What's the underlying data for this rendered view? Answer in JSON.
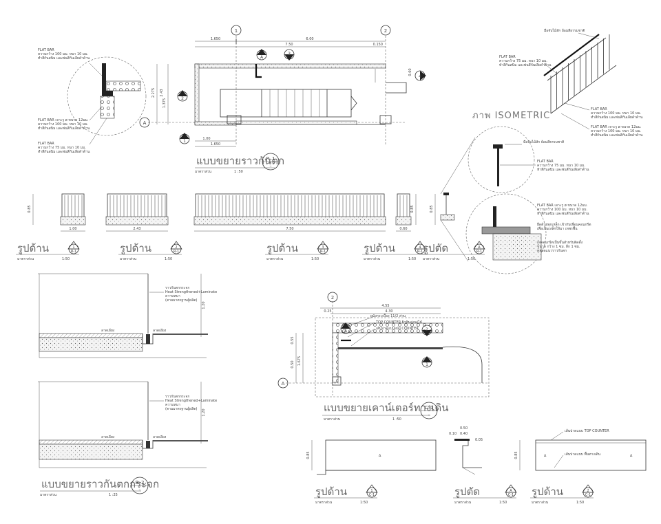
{
  "plan_r1": {
    "title": "แบบขยายราวกันตก",
    "tag": "R–1",
    "tag_sub": "–",
    "scale_label": "มาตราส่วน",
    "scale": "1 :50",
    "grid": [
      "1",
      "2"
    ],
    "grid_row": "A",
    "dims": [
      "1.650",
      "6.00",
      "7.50",
      "0.150",
      "1.00",
      "1.650",
      "2.275",
      "1.375",
      "2.43",
      "0.60"
    ],
    "markers": [
      "1",
      "2",
      "3",
      "4",
      "A"
    ]
  },
  "detail_notes": {
    "flatbar_1": [
      "FLAT BAR",
      "ความกว้าง 100 มม. หนา 10 มม.",
      "ทำสีกันสนิม และพ่นสีกันเลียดำด้าน"
    ],
    "flatbar_2": [
      "FLAT BAR เจาะรู ø ขนาด 12มม.",
      "ความกว้าง 100 มม. หนา 10 มม.",
      "ทำสีกันสนิม และพ่นสีกันเลียดำด้าน"
    ],
    "flatbar_3": [
      "FLAT BAR",
      "ความกว้าง 75 มม. หนา 10 มม.",
      "ทำสีกันสนิม และพ่นสีกันเลียดำด้าน"
    ]
  },
  "isometric": {
    "title": "ภาพ ISOMETRIC",
    "top_note": "มือจับไม้สัก ย้อมสีธรรมชาติ",
    "note_1": [
      "FLAT BAR",
      "ความกว้าง 75 มม. หนา 10 มม.",
      "ทำสีกันสนิม และพ่นสีกันเลียดำด้าน"
    ],
    "note_2": [
      "FLAT BAR",
      "ความกว้าง 100 มม. หนา 10 มม.",
      "ทำสีกันสนิม และพ่นสีกันเลียดำด้าน"
    ],
    "note_3": [
      "FLAT BAR เจาะรู ø ขนาด 12มม.",
      "ความกว้าง 100 มม. หนา 10 มม.",
      "ทำสีกันสนิม และพ่นสีกันเลียดำด้าน"
    ]
  },
  "section_detail": {
    "handrail": "มือจับไม้สัก ย้อมสีธรรมชาติ",
    "flatbar": [
      "FLAT BAR",
      "ความกว้าง 75 มม. หนา 10 มม.",
      "ทำสีกันสนิม และพ่นสีกันเลียดำด้าน"
    ],
    "flatbar_hole": [
      "FLAT BAR เจาะรู ø ขนาด 12มม.",
      "ความกว้าง 100 มม. หนา 10 มม.",
      "ทำสีกันสนิม และพ่นสีกันเลียดำด้าน"
    ],
    "bolt": [
      "ยึดด้วยพุกเหล็ก เข้ากับเพื่อนคอนกรีต",
      "เพื่อเป็นเหล็กให้มา เทพรพื้น"
    ],
    "concrete": [
      "เทคอนกรีตเป็นขั้นสำหรับติดตั้ง",
      "ขนาด กว้าง 1 ซม. ลึก 1 ซม.",
      "ตลอดแนวราวกันตก"
    ]
  },
  "elevations": [
    {
      "label": "รูปด้าน",
      "num": "1",
      "sub": "R-1",
      "scale_label": "มาตราส่วน",
      "scale": "1:50",
      "width": "1.00",
      "height": "0.85"
    },
    {
      "label": "รูปด้าน",
      "num": "2",
      "sub": "R-1",
      "scale_label": "มาตราส่วน",
      "scale": "1:50",
      "width": "2.43"
    },
    {
      "label": "รูปด้าน",
      "num": "3",
      "sub": "R-1",
      "scale_label": "มาตราส่วน",
      "scale": "1:50",
      "width": "7.50"
    },
    {
      "label": "รูปด้าน",
      "num": "4",
      "sub": "R-1",
      "scale_label": "มาตราส่วน",
      "scale": "1:50",
      "width": "0.60",
      "height": "0.85"
    },
    {
      "label": "รูปตัด",
      "num": "A",
      "sub": "R-1",
      "scale_label": "มาตราส่วน",
      "scale": "1:50",
      "height": "0.85"
    }
  ],
  "glass_rail": {
    "note": [
      "ราวกันตกกระจก",
      "Heat Strengthened+Laminate",
      "ความหนา",
      "(ตามมาตรฐานผู้ผลิต)"
    ],
    "floor_label": "ลาดเอียง",
    "cap_label": "ลาดเอียง",
    "height": "1.20",
    "title": "แบบขยายราวกันตกกระจก",
    "tag": "R–2",
    "tag_sub": "–",
    "scale_label": "มาตราส่วน",
    "scale": "1 :25"
  },
  "counter": {
    "grid": "2",
    "grid_row": "A",
    "dims": [
      "4.55",
      "4.30",
      "0.25",
      "0.55",
      "1.675",
      "0.50"
    ],
    "note_1": "ผนังกระเบื้อง 11/2 ส่วน",
    "note_2": "TOP COUNTER ผิวหินอ่อน/ไม้",
    "note_3": "เส้นปาดแบบผนัง COUNTER",
    "markers": [
      "A",
      "1",
      "2"
    ],
    "title": "แบบขยายเคาน์เตอร์ทางเดิน",
    "tag": "C–1",
    "tag_sub": "–",
    "scale_label": "มาตราส่วน",
    "scale": "1 :50"
  },
  "counter_views": [
    {
      "label": "รูปด้าน",
      "num": "1",
      "sub": "C-1",
      "scale_label": "มาตราส่วน",
      "scale": "1:50",
      "height": "0.85"
    },
    {
      "label": "รูปตัด",
      "num": "A",
      "sub": "C-1",
      "scale_label": "มาตราส่วน",
      "scale": "1:50",
      "dims": [
        "0.50",
        "0.10",
        "0.40",
        "0.05"
      ]
    },
    {
      "label": "รูปด้าน",
      "num": "2",
      "sub": "C-1",
      "scale_label": "มาตราส่วน",
      "scale": "1:50",
      "height": "0.85"
    }
  ],
  "counter_elev_notes": {
    "top": "เส้นปาดแบบ TOP COUNTER",
    "bottom": "เส้นปาดแบบ พื้นทางเดิน"
  }
}
